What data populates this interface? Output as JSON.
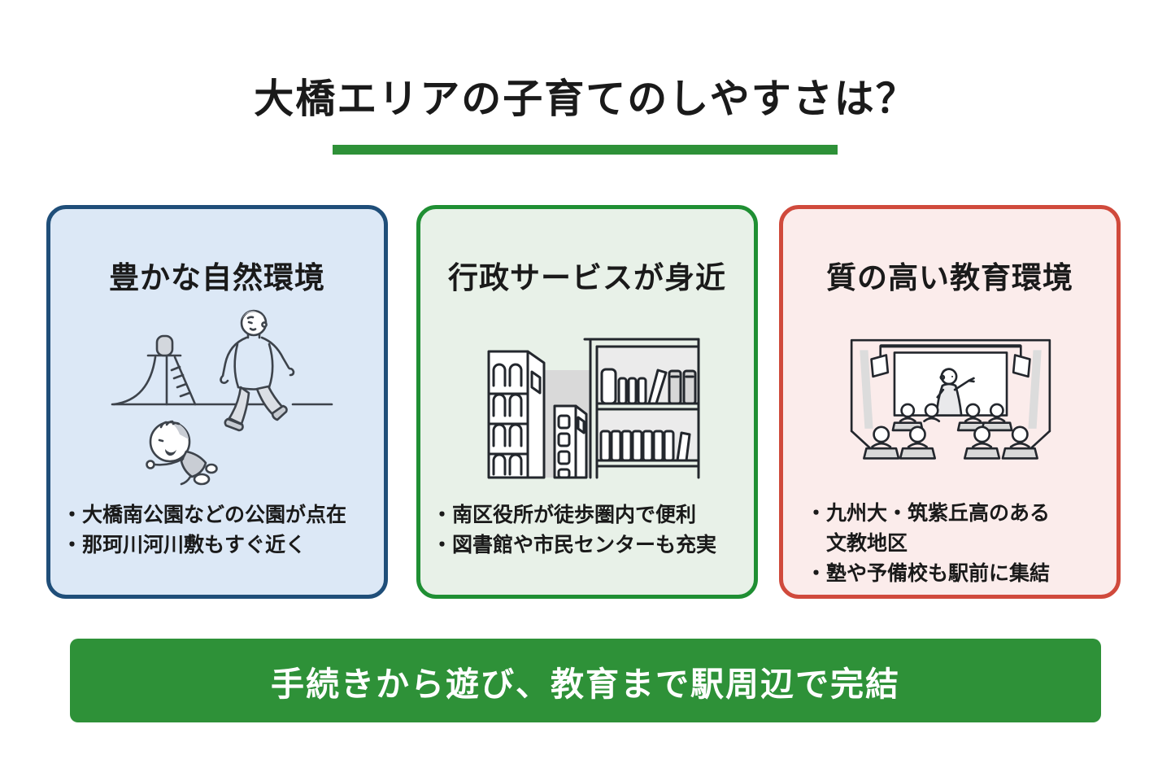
{
  "title": "大橋エリアの子育てのしやすさは？",
  "colors": {
    "accent_green": "#2e9138",
    "nature_border": "#1f4e79",
    "nature_bg": "#dce8f6",
    "gov_border": "#1f8f33",
    "gov_bg": "#e8f1e8",
    "edu_border": "#d04a3c",
    "edu_bg": "#fbeceb",
    "banner_text": "#ffffff"
  },
  "cards": [
    {
      "title": "豊かな自然環境",
      "illustration": "park-family-illustration",
      "bullets": [
        "・大橋南公園などの公園が点在",
        "・那珂川河川敷もすぐ近く"
      ]
    },
    {
      "title": "行政サービスが身近",
      "illustration": "city-hall-library-illustration",
      "bullets": [
        "・南区役所が徒歩圏内で便利",
        "・図書館や市民センターも充実"
      ]
    },
    {
      "title": "質の高い教育環境",
      "illustration": "classroom-illustration",
      "bullets": [
        "・九州大・筑紫丘高のある",
        "　文教地区",
        "・塾や予備校も駅前に集結"
      ]
    }
  ],
  "banner": {
    "text": "手続きから遊び、教育まで駅周辺で完結"
  }
}
